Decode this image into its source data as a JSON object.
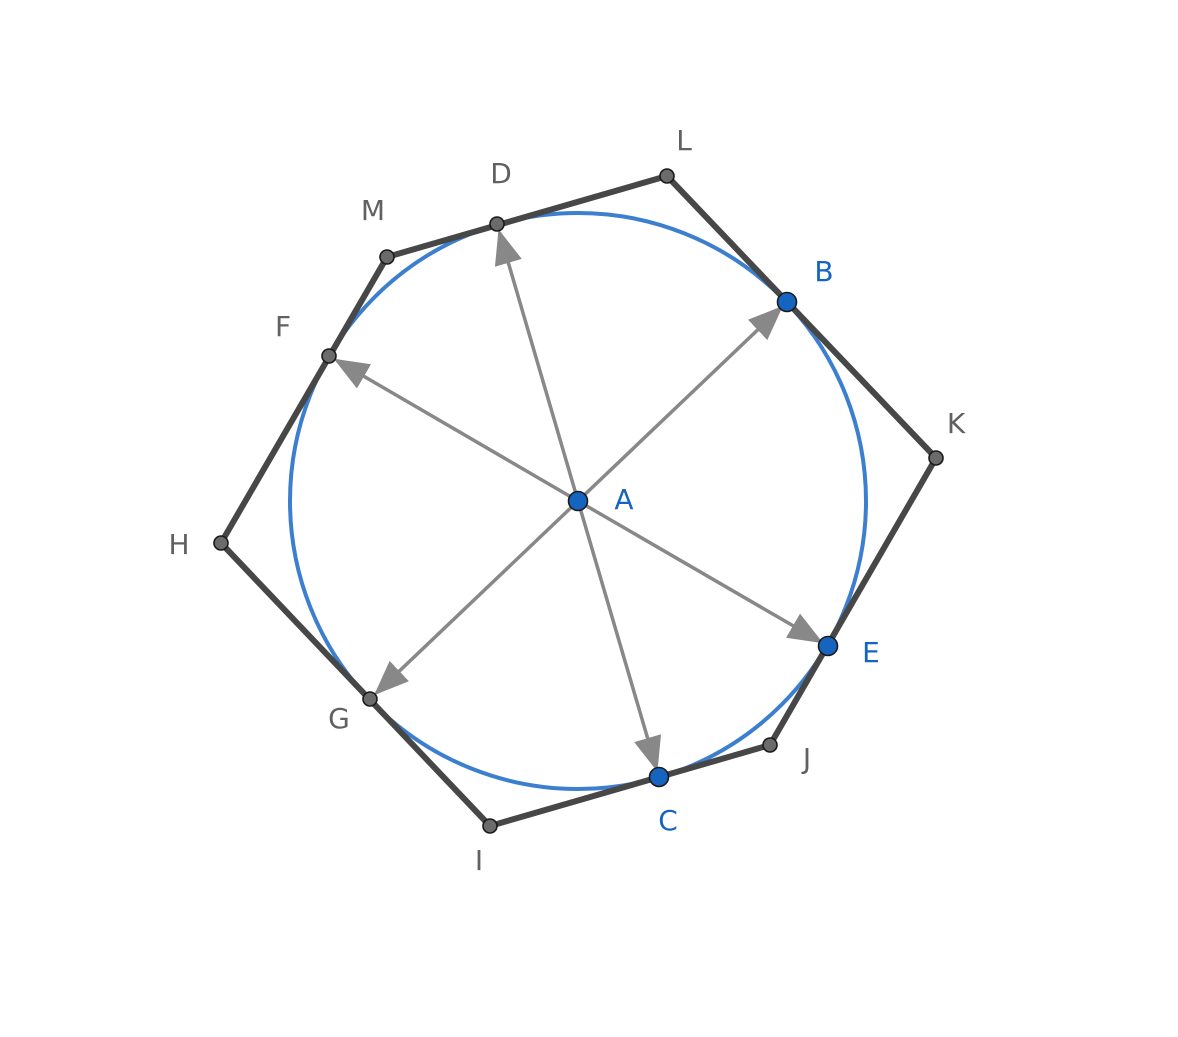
{
  "colors": {
    "circle": "#3d7fcf",
    "polygon": "#474747",
    "vector": "#888888",
    "free_point": "#1565c0",
    "dependent_point": "#6b6b6b",
    "free_label": "#1565c0",
    "dependent_label": "#616161"
  },
  "center": {
    "label": "A"
  },
  "circle": {
    "center": "A"
  },
  "points": [
    {
      "id": "B",
      "label": "B",
      "kind": "free"
    },
    {
      "id": "C",
      "label": "C",
      "kind": "free"
    },
    {
      "id": "D",
      "label": "D",
      "kind": "dependent"
    },
    {
      "id": "E",
      "label": "E",
      "kind": "free"
    },
    {
      "id": "F",
      "label": "F",
      "kind": "dependent"
    },
    {
      "id": "G",
      "label": "G",
      "kind": "dependent"
    },
    {
      "id": "H",
      "label": "H",
      "kind": "dependent"
    },
    {
      "id": "I",
      "label": "I",
      "kind": "dependent"
    },
    {
      "id": "J",
      "label": "J",
      "kind": "dependent"
    },
    {
      "id": "K",
      "label": "K",
      "kind": "dependent"
    },
    {
      "id": "L",
      "label": "L",
      "kind": "dependent"
    },
    {
      "id": "M",
      "label": "M",
      "kind": "dependent"
    }
  ],
  "polygon": [
    "L",
    "K",
    "J",
    "I",
    "H",
    "M"
  ],
  "vectors": [
    {
      "from": "A",
      "to": "B"
    },
    {
      "from": "A",
      "to": "C"
    },
    {
      "from": "A",
      "to": "D"
    },
    {
      "from": "A",
      "to": "E"
    },
    {
      "from": "A",
      "to": "F"
    },
    {
      "from": "A",
      "to": "G"
    }
  ]
}
